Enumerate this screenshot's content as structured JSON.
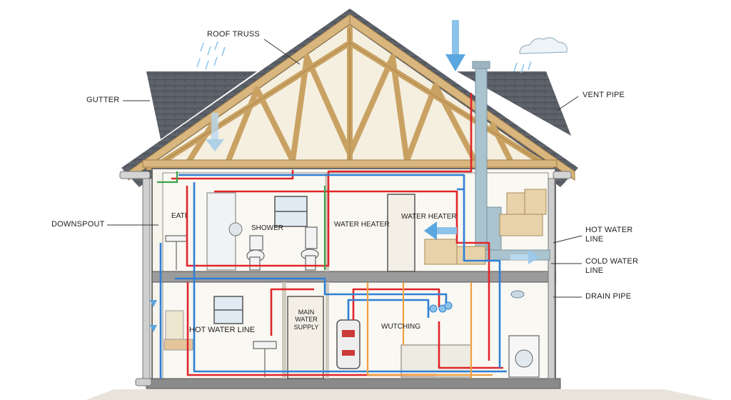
{
  "labels": {
    "roof_truss": "ROOF TRUSS",
    "gutter": "GUTTER",
    "vent_pipe": "VENT PIPE",
    "downspout": "DOWNSPOUT",
    "hot_water_line_right": "HOT WATER\nLINE",
    "cold_water_line": "COLD WATER\nLINE",
    "drain_pipe": "DRAIN PIPE",
    "eati": "EATI",
    "shower": "SHOWER",
    "water_heater_1": "WATER HEATER",
    "water_heater_2": "WATER HEATER",
    "hot_water_line_inner": "HOT WATER LINE",
    "main_water_supply": "MAIN\nWATER\nSUPPLY",
    "wutching": "WUTCHING"
  },
  "colors": {
    "hot_line": "#e0262b",
    "cold_line": "#2f7fd6",
    "gas_line": "#f0a040",
    "green_line": "#3aa24a",
    "vent_pipe": "#a9c3cf",
    "roof": "#5b5f66",
    "truss": "#d9b67e",
    "rain_arrow": "#8cc3ea"
  },
  "icons": [
    "cloud-icon",
    "rain-icon",
    "down-arrow-icon",
    "left-arrow-icon",
    "right-arrow-icon"
  ]
}
